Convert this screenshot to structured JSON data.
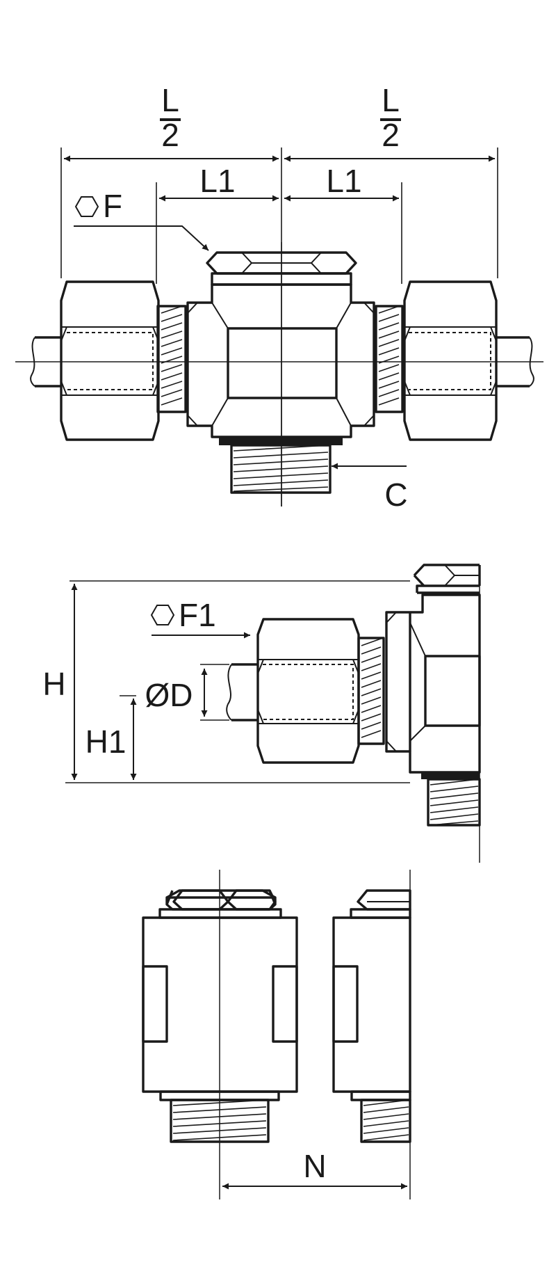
{
  "labels": {
    "L": "L",
    "two": "2",
    "L1": "L1",
    "F": "F",
    "C": "C",
    "F1": "F1",
    "D": "ØD",
    "H": "H",
    "H1": "H1",
    "N": "N"
  },
  "icons": {
    "hexagon": "hexagon-icon"
  }
}
